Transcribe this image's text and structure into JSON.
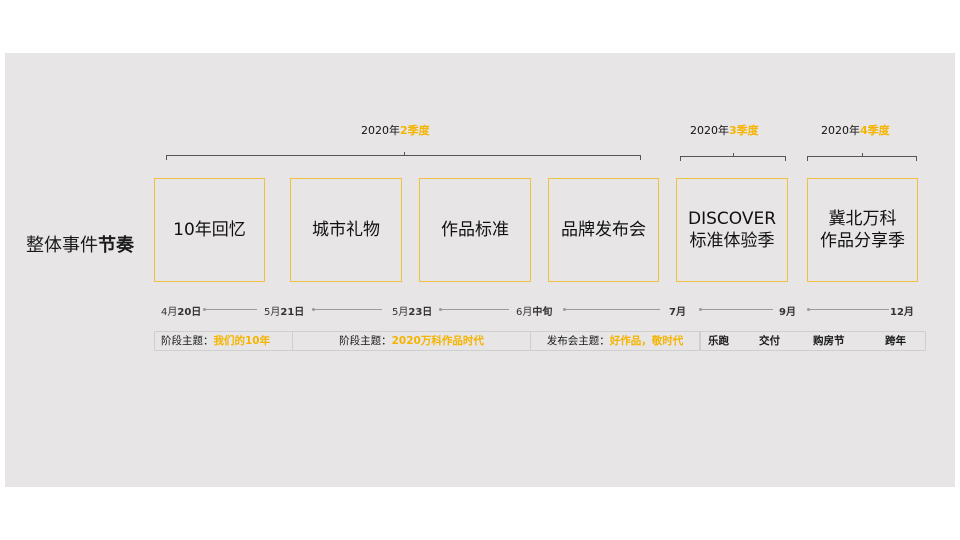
{
  "side_title": {
    "normal": "整体事件",
    "bold": "节奏"
  },
  "quarters": [
    {
      "prefix": "2020年",
      "highlight": "2季度"
    },
    {
      "prefix": "2020年",
      "highlight": "3季度"
    },
    {
      "prefix": "2020年",
      "highlight": "4季度"
    }
  ],
  "events": [
    {
      "lines": [
        "10年回忆"
      ]
    },
    {
      "lines": [
        "城市礼物"
      ]
    },
    {
      "lines": [
        "作品标准"
      ]
    },
    {
      "lines": [
        "品牌发布会"
      ]
    },
    {
      "lines": [
        "DISCOVER",
        "标准体验季"
      ]
    },
    {
      "lines": [
        "冀北万科",
        "作品分享季"
      ]
    }
  ],
  "dates": [
    {
      "prefix": "4月",
      "bold": "20日"
    },
    {
      "prefix": "5月",
      "bold": "21日"
    },
    {
      "prefix": "5月",
      "bold": "23日"
    },
    {
      "prefix": "6月",
      "bold": "中旬"
    },
    {
      "prefix": "",
      "bold": "7月"
    },
    {
      "prefix": "",
      "bold": "9月"
    },
    {
      "prefix": "",
      "bold": "12月"
    }
  ],
  "themes": [
    {
      "label": "阶段主题：",
      "value": "我们的10年"
    },
    {
      "label": "阶段主题：",
      "value": "2020万科作品时代"
    },
    {
      "label": "发布会主题：",
      "value": "好作品，敬时代"
    }
  ],
  "activities": [
    "乐跑",
    "交付",
    "购房节",
    "跨年"
  ],
  "colors": {
    "accent": "#f4b400",
    "box_border": "#f0c040",
    "panel_bg": "#e7e5e5"
  }
}
